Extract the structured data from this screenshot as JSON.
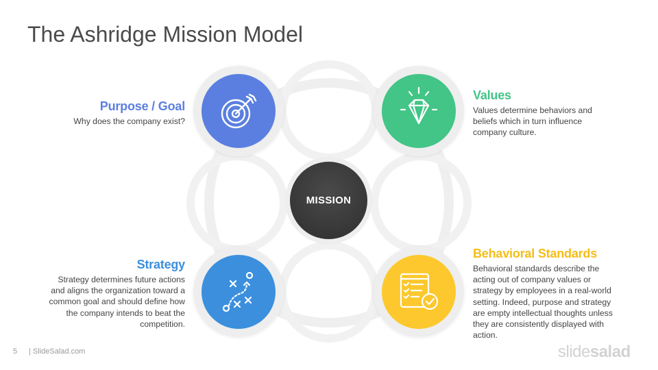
{
  "title": "The Ashridge Mission Model",
  "center_label": "MISSION",
  "colors": {
    "purpose": "#5b7fe0",
    "values": "#42c586",
    "strategy": "#3b8fdd",
    "behavioral": "#fcc82d",
    "center": "#353535",
    "ring": "#efefef"
  },
  "blocks": {
    "purpose": {
      "title": "Purpose / Goal",
      "text_lines": [
        "Why does the company exist?"
      ],
      "icon": "target-icon"
    },
    "values": {
      "title": "Values",
      "text_lines": [
        "Values determine behaviors and",
        "beliefs which in turn influence",
        "company culture."
      ],
      "icon": "diamond-icon"
    },
    "strategy": {
      "title": "Strategy",
      "text_lines": [
        "Strategy determines future actions",
        "and aligns the organization toward a",
        "common goal and should define how",
        "the company intends to beat the",
        "competition."
      ],
      "icon": "strategy-play-icon"
    },
    "behavioral": {
      "title": "Behavioral Standards",
      "text_lines": [
        "Behavioral standards describe the",
        "acting out of company values or",
        "strategy by employees in a real-world",
        "setting. Indeed, purpose and strategy",
        "are empty intellectual thoughts unless",
        "they are consistently displayed with",
        "action."
      ],
      "icon": "checklist-icon"
    }
  },
  "footer": {
    "page_number": "5",
    "site": "| SlideSalad.com",
    "logo_part1": "slide",
    "logo_part2": "salad"
  }
}
